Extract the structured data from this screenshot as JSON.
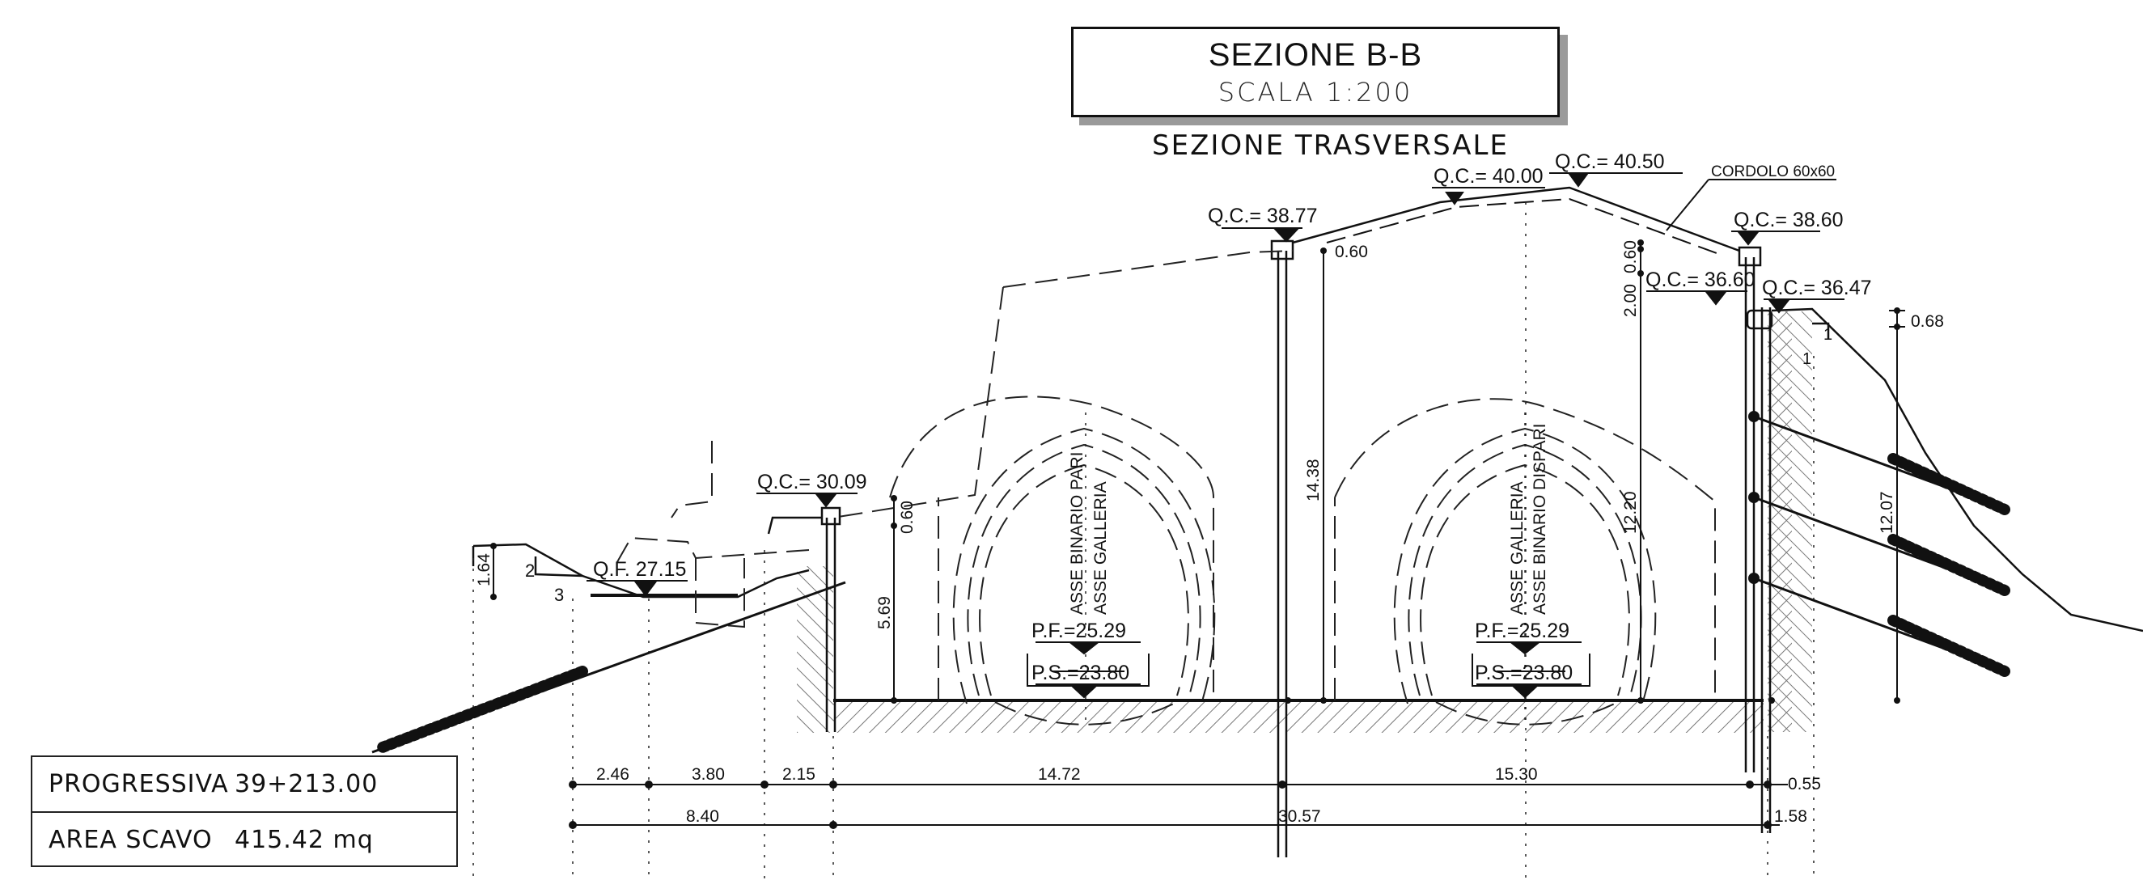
{
  "title": {
    "main": "SEZIONE B-B",
    "scale": "SCALA 1:200",
    "subtitle": "SEZIONE TRASVERSALE"
  },
  "info": [
    {
      "label": "PROGRESSIVA",
      "value": "39+213.00"
    },
    {
      "label": "AREA SCAVO",
      "value": "415.42 mq"
    }
  ],
  "levels": {
    "qc_3877": "Q.C.= 38.77",
    "qc_4000": "Q.C.= 40.00",
    "qc_4050": "Q.C.= 40.50",
    "qc_3860": "Q.C.= 38.60",
    "qc_3660": "Q.C.= 36.60",
    "qc_3647": "Q.C.= 36.47",
    "qc_3009": "Q.C.= 30.09",
    "qf_2715": "Q.F. 27.15",
    "pf_left": "P.F.=25.29",
    "ps_left": "P.S.=23.80",
    "pf_right": "P.F.=25.29",
    "ps_right": "P.S.=23.80"
  },
  "labels": {
    "cordolo": "CORDOLO 60x60",
    "asse_binario_pari": "ASSE BINARIO PARI",
    "asse_galleria_left": "ASSE GALLERIA",
    "asse_galleria_right": "ASSE GALLERIA",
    "asse_binario_dispari": "ASSE BINARIO DISPARI",
    "slope_2": "2",
    "slope_3": "3",
    "slope_1a": "1",
    "slope_1b": "1"
  },
  "dimensions": {
    "d_060_top": "0.60",
    "d_060_right": "0.60",
    "d_200": "2.00",
    "d_068": "0.68",
    "d_1438": "14.38",
    "d_1220": "12.20",
    "d_1207": "12.07",
    "d_060_left": "0.60",
    "d_569": "5.69",
    "d_164": "1.64",
    "b_246": "2.46",
    "b_380": "3.80",
    "b_215": "2.15",
    "b_1472": "14.72",
    "b_1530": "15.30",
    "b_055": "0.55",
    "b_840": "8.40",
    "b_3057": "30.57",
    "b_158": "1.58"
  },
  "colors": {
    "line": "#111111",
    "hatch": "#555555",
    "shadow": "#9a9a9a"
  }
}
